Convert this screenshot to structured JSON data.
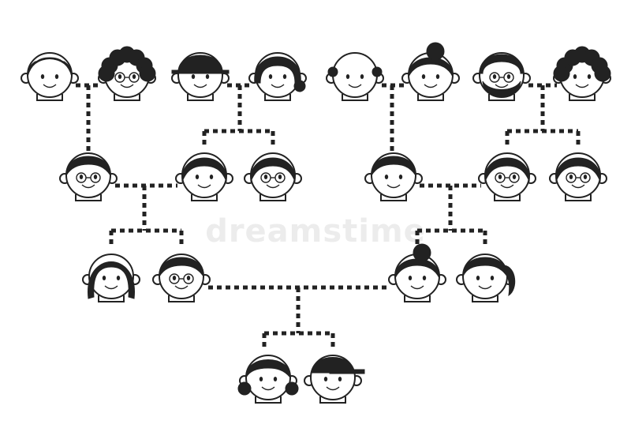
{
  "watermark": "dreamstime",
  "colors": {
    "ink": "#222222",
    "face": "#ffffff",
    "watermark": "#c8c8c8"
  },
  "family": [
    {
      "id": "ggf1",
      "icon": "grandfather-bald-icon"
    },
    {
      "id": "ggm1",
      "icon": "grandmother-curly-glasses-icon"
    },
    {
      "id": "ggf2",
      "icon": "man-cap-icon"
    },
    {
      "id": "ggm2",
      "icon": "woman-bob-icon"
    },
    {
      "id": "ggf3",
      "icon": "old-man-bald-icon"
    },
    {
      "id": "ggm3",
      "icon": "old-woman-bun-icon"
    },
    {
      "id": "ggf4",
      "icon": "old-man-beard-glasses-icon"
    },
    {
      "id": "ggm4",
      "icon": "woman-curly-icon"
    },
    {
      "id": "gf1",
      "icon": "man-glasses-icon"
    },
    {
      "id": "gm1",
      "icon": "woman-short-hair-icon"
    },
    {
      "id": "gu1",
      "icon": "woman-glasses-icon"
    },
    {
      "id": "gf2",
      "icon": "man-short-hair-icon"
    },
    {
      "id": "gm2",
      "icon": "woman-glasses-icon"
    },
    {
      "id": "gu2",
      "icon": "woman-glasses-icon"
    },
    {
      "id": "p1",
      "icon": "woman-long-hair-icon"
    },
    {
      "id": "p2",
      "icon": "man-glasses-icon"
    },
    {
      "id": "p3",
      "icon": "woman-bun-icon"
    },
    {
      "id": "p4",
      "icon": "woman-ponytail-icon"
    },
    {
      "id": "c1",
      "icon": "girl-pigtails-icon"
    },
    {
      "id": "c2",
      "icon": "boy-cap-icon"
    }
  ]
}
